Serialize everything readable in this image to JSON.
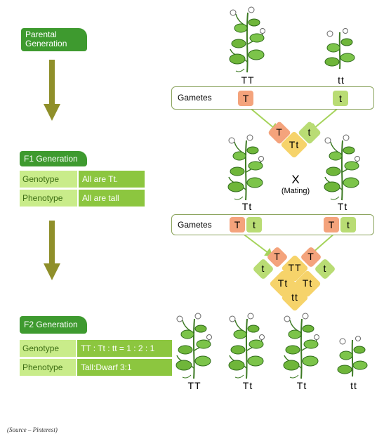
{
  "generations": {
    "parental": {
      "title": "Parental Generation"
    },
    "f1": {
      "title": "F1 Generation",
      "genotype_label": "Genotype",
      "genotype_value": "All are Tt.",
      "phenotype_label": "Phenotype",
      "phenotype_value": "All are tall"
    },
    "f2": {
      "title": "F2 Generation",
      "genotype_label": "Genotype",
      "genotype_value": "TT : Tt : tt = 1 : 2 : 1",
      "phenotype_label": "Phenotype",
      "phenotype_value": "Tall:Dwarf 3:1"
    }
  },
  "parents": {
    "left_genotype": "TT",
    "right_genotype": "tt"
  },
  "gametes_row1": {
    "label": "Gametes",
    "left": "T",
    "right": "t"
  },
  "fusion1": {
    "dominant": "T",
    "recessive": "t",
    "result": "Tt"
  },
  "f1_plants": {
    "left_genotype": "Tt",
    "right_genotype": "Tt",
    "cross_symbol": "X",
    "cross_text": "(Mating)"
  },
  "gametes_row2": {
    "label": "Gametes",
    "left_dom": "T",
    "left_rec": "t",
    "right_dom": "T",
    "right_rec": "t"
  },
  "punnett": {
    "top_left": "T",
    "top_right": "T",
    "left": "t",
    "right": "t",
    "center": "TT",
    "mid_left": "Tt",
    "mid_right": "Tt",
    "bottom": "tt"
  },
  "f2_plants": [
    "TT",
    "Tt",
    "Tt",
    "tt"
  ],
  "source": "(Source – Pinterest)",
  "colors": {
    "label_green": "#3e9a2f",
    "arrow_olive": "#8f8f2a",
    "dominant": "#f4a37c",
    "recessive": "#b9dc74",
    "result": "#f6d36a",
    "table_key": "#c9ec8a",
    "table_value": "#8cc63f"
  }
}
